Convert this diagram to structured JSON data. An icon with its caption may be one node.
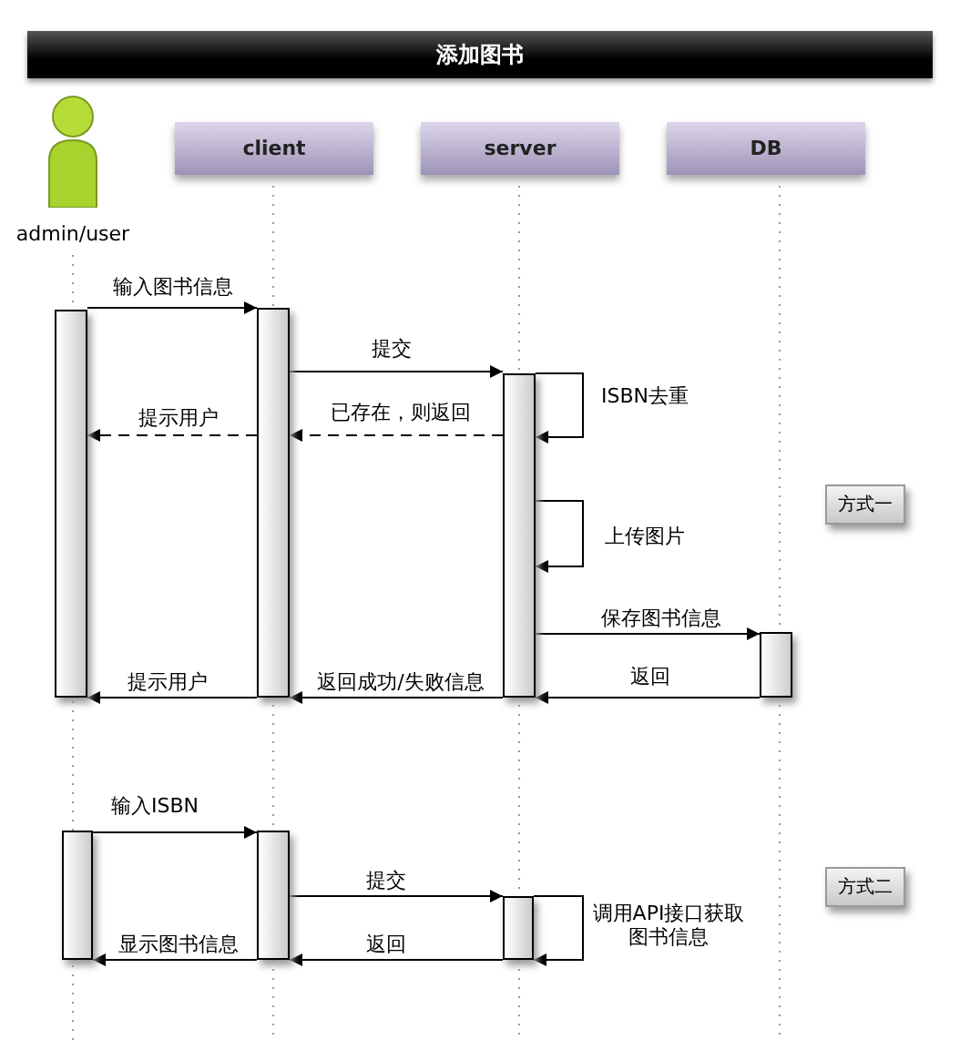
{
  "diagram": {
    "title": "添加图书",
    "nodes": [
      {
        "text": [
          "admin/user"
        ]
      },
      {
        "text": [
          "client"
        ]
      },
      {
        "text": [
          "server"
        ]
      },
      {
        "text": [
          "DB"
        ]
      },
      {
        "text": [],
        "shape": "bar"
      },
      {
        "text": [],
        "shape": "bar"
      },
      {
        "text": [],
        "shape": "bar"
      },
      {
        "text": [],
        "shape": "bar"
      },
      {
        "text": [],
        "shape": "bar"
      },
      {
        "text": [],
        "shape": "bar"
      },
      {
        "text": [],
        "shape": "bar"
      }
    ],
    "edges": [
      {
        "from": 4,
        "to": 5,
        "arrow": "to",
        "label": "输入图书信息"
      },
      {
        "from": 5,
        "to": 6,
        "arrow": "to",
        "label": "提交"
      },
      {
        "from": 6,
        "to": 6,
        "arrow": "to",
        "label": "ISBN去重"
      },
      {
        "from": 6,
        "to": 5,
        "arrow": "to",
        "label": "已存在，则返回",
        "style": "dashed"
      },
      {
        "from": 5,
        "to": 4,
        "arrow": "to",
        "label": "提示用户",
        "style": "dashed"
      },
      {
        "from": 6,
        "to": 6,
        "arrow": "to",
        "label": "上传图片"
      },
      {
        "from": 6,
        "to": 7,
        "arrow": "to",
        "label": "保存图书信息"
      },
      {
        "from": 7,
        "to": 6,
        "arrow": "to",
        "label": "返回"
      },
      {
        "from": 6,
        "to": 5,
        "arrow": "to",
        "label": "返回成功/失败信息"
      },
      {
        "from": 5,
        "to": 4,
        "arrow": "to",
        "label": "提示用户"
      },
      {
        "from": 8,
        "to": 9,
        "arrow": "to",
        "label": "输入ISBN"
      },
      {
        "from": 9,
        "to": 10,
        "arrow": "to",
        "label": "提交"
      },
      {
        "from": 10,
        "to": 10,
        "arrow": "to",
        "label": "调用API接口获取图书信息"
      },
      {
        "from": 10,
        "to": 9,
        "arrow": "to",
        "label": "返回"
      },
      {
        "from": 9,
        "to": 8,
        "arrow": "to",
        "label": "显示图书信息"
      }
    ],
    "labels": [
      "方式一",
      "方式二"
    ]
  }
}
